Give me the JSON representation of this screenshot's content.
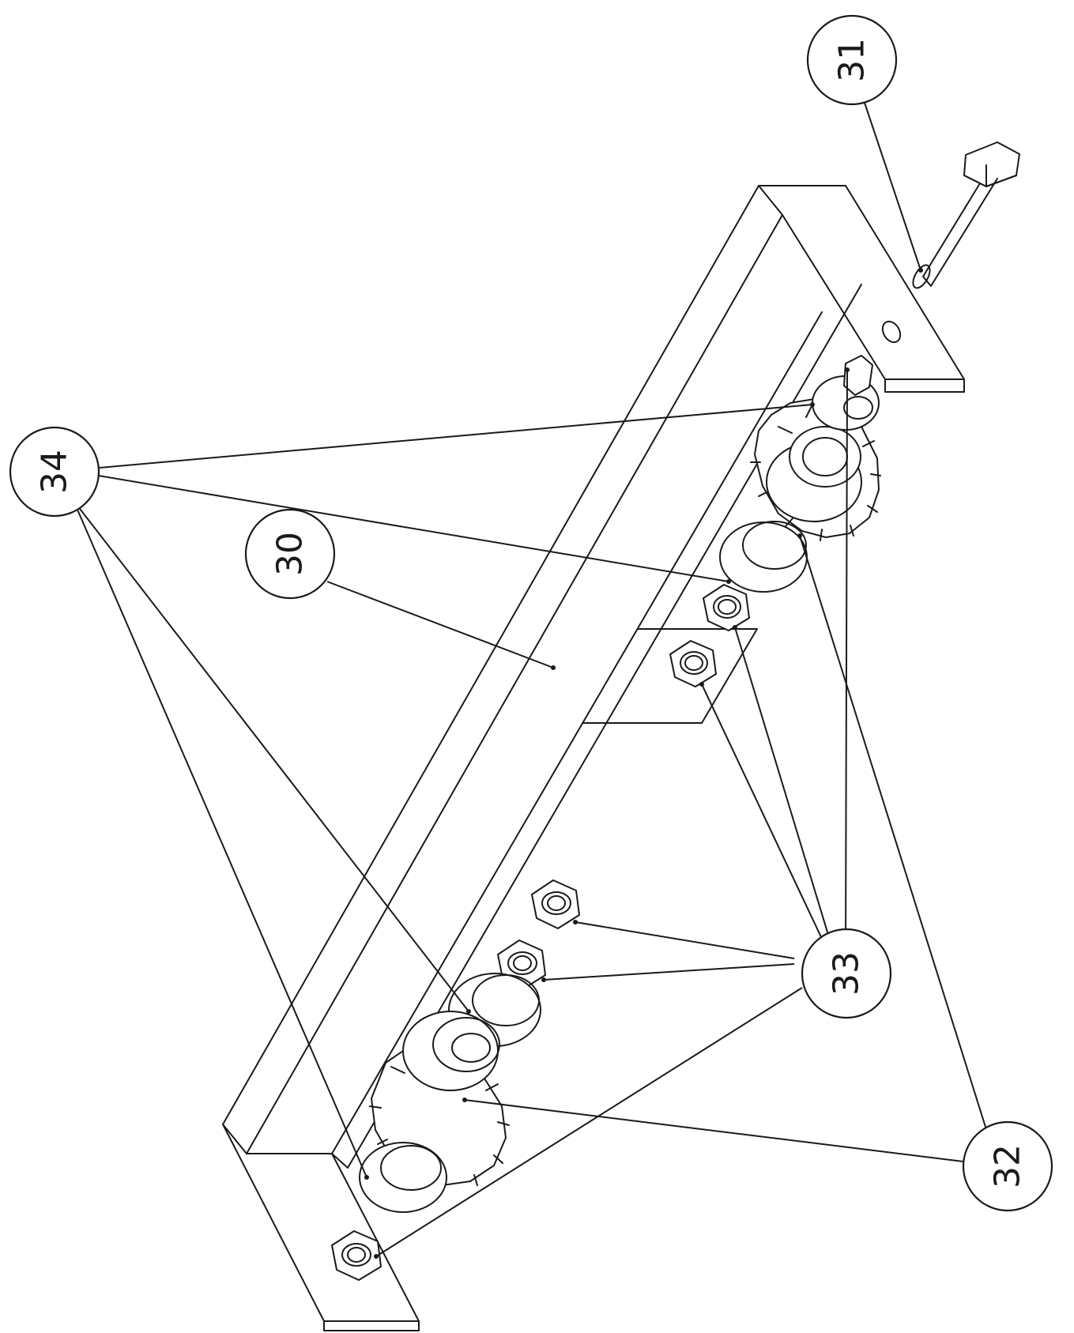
{
  "callouts": {
    "c30": "30",
    "c31": "31",
    "c32": "32",
    "c33": "33",
    "c34": "34"
  }
}
